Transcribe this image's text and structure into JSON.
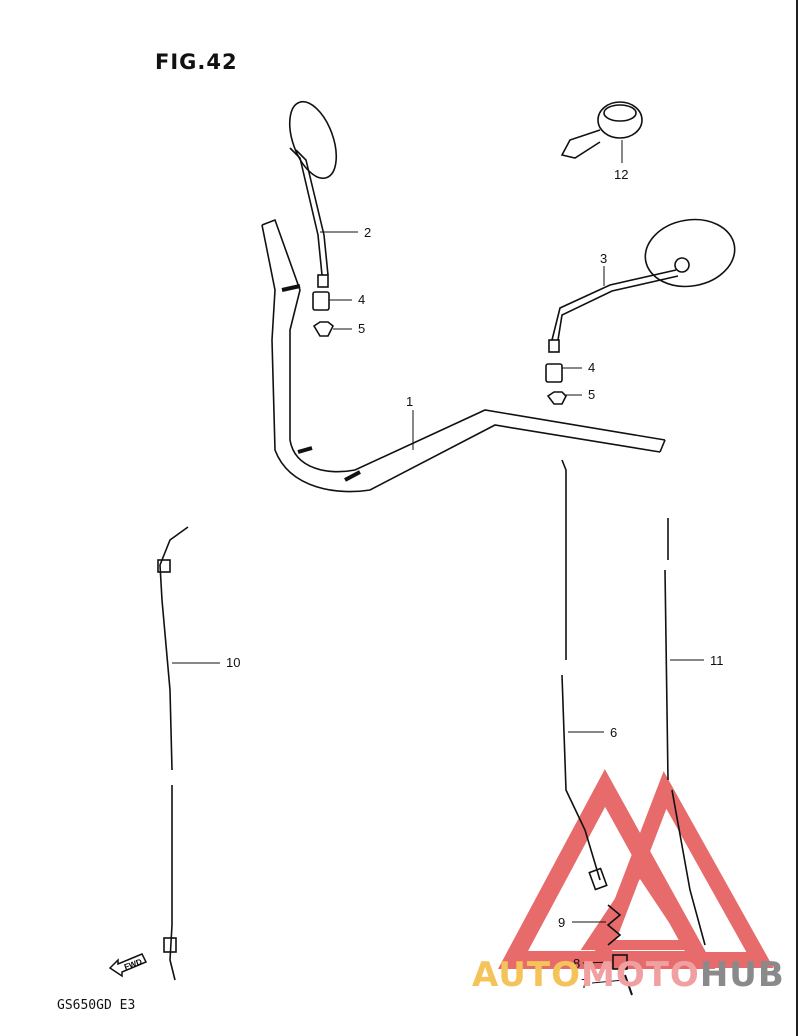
{
  "figure": {
    "title": "FIG.42",
    "model": "GS650GD E3",
    "fwd_label": "FWD"
  },
  "watermark": {
    "part1": "AUTO",
    "part2": "MOTO",
    "part3": "HUB",
    "color_red": "#e03a3a",
    "color_yellow": "#f4c35a",
    "color_grey": "#8a8a8a"
  },
  "callouts": [
    "1",
    "2",
    "3",
    "4",
    "5",
    "4",
    "5",
    "6",
    "7",
    "8",
    "9",
    "10",
    "11",
    "12"
  ]
}
